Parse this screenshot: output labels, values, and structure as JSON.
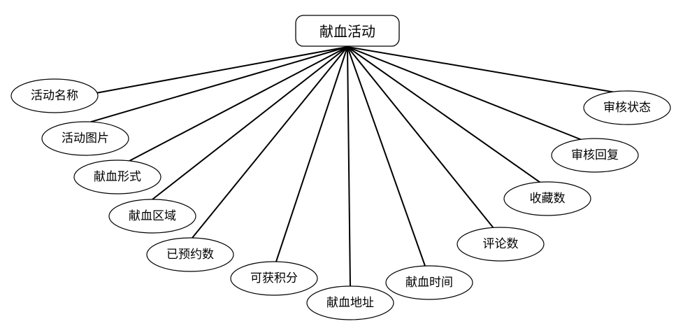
{
  "diagram": {
    "root": {
      "label": "献血活动"
    },
    "attributes": [
      {
        "id": "activity-name",
        "label": "活动名称"
      },
      {
        "id": "activity-image",
        "label": "活动图片"
      },
      {
        "id": "donation-form",
        "label": "献血形式"
      },
      {
        "id": "donation-region",
        "label": "献血区域"
      },
      {
        "id": "reserved-count",
        "label": "已预约数"
      },
      {
        "id": "points",
        "label": "可获积分"
      },
      {
        "id": "donation-address",
        "label": "献血地址"
      },
      {
        "id": "donation-time",
        "label": "献血时间"
      },
      {
        "id": "comment-count",
        "label": "评论数"
      },
      {
        "id": "favorite-count",
        "label": "收藏数"
      },
      {
        "id": "review-reply",
        "label": "审核回复"
      },
      {
        "id": "review-status",
        "label": "审核状态"
      }
    ],
    "colors": {
      "stroke": "#000000",
      "fill": "#ffffff",
      "text": "#000000"
    }
  }
}
